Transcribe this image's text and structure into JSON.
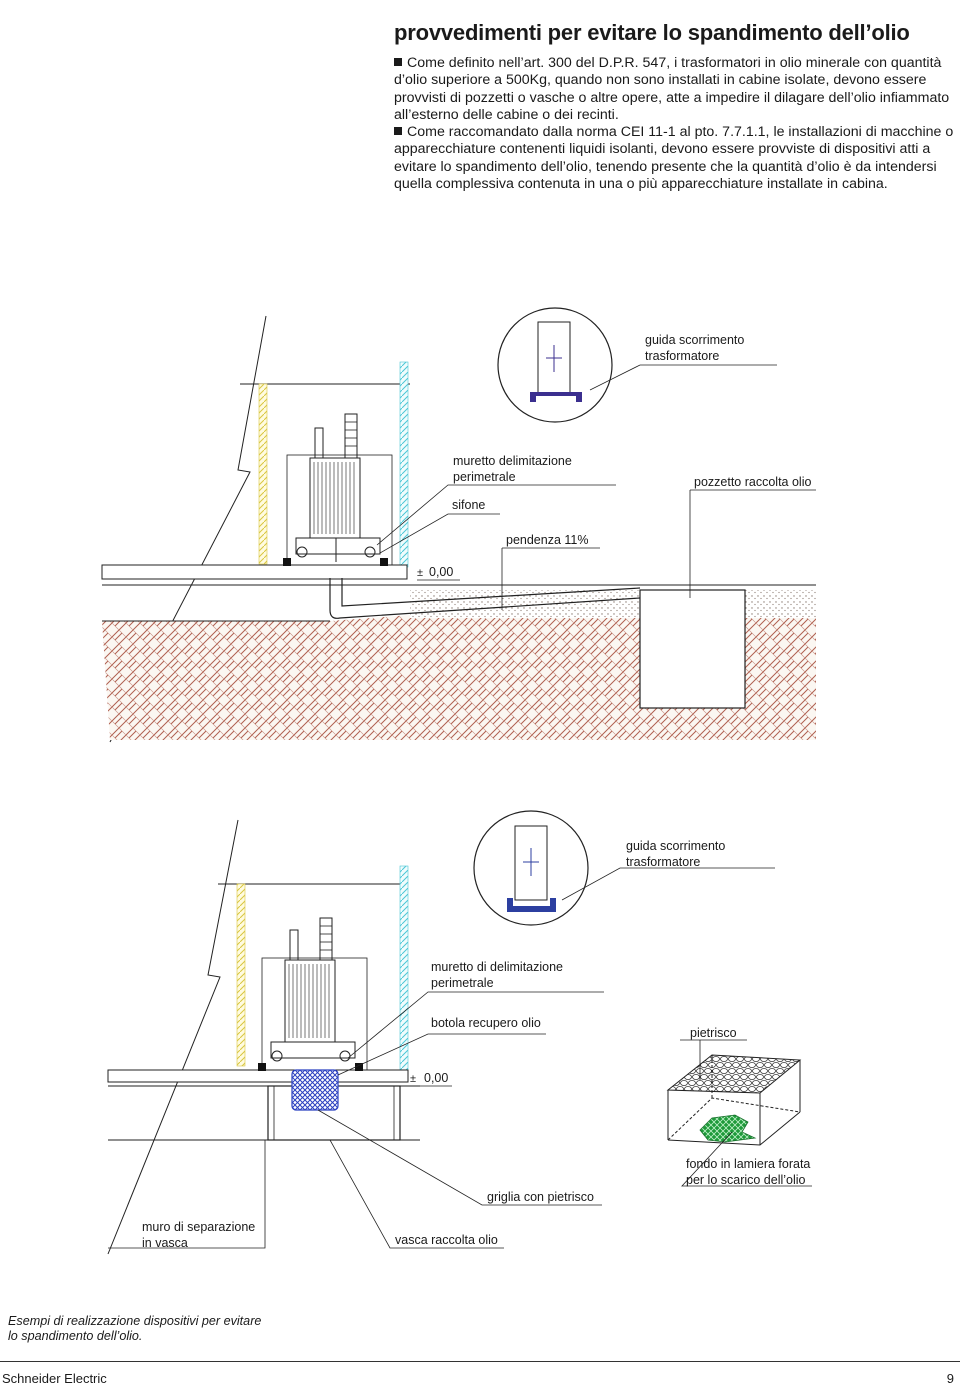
{
  "title": "provvedimenti per evitare lo spandimento dell’olio",
  "paragraphs": [
    "Come definito nell’art. 300 del D.P.R. 547, i trasformatori in olio minerale con quantità d’olio superiore a 500Kg, quando non sono installati in cabine isolate, devono essere provvisti di pozzetti o vasche o altre opere, atte a impedire il dilagare dell’olio infiammato all’esterno delle cabine o dei recinti.",
    "Come raccomandato dalla norma CEI 11-1 al pto. 7.7.1.1, le installazioni di macchine o apparecchiature contenenti liquidi isolanti, devono essere provviste di dispositivi atti a evitare lo spandimento dell’olio, tenendo presente che la quantità d’olio è da intendersi quella complessiva contenuta in una o più apparecchiature installate in cabina."
  ],
  "diagram1": {
    "guida_line1": "guida scorrimento",
    "guida_line2": "trasformatore",
    "muretto_line1": "muretto delimitazione",
    "muretto_line2": "perimetrale",
    "sifone": "sifone",
    "pozzetto": "pozzetto raccolta olio",
    "pendenza": "pendenza 11%",
    "level": "0,00",
    "level_symbol": "±"
  },
  "diagram2": {
    "guida_line1": "guida scorrimento",
    "guida_line2": "trasformatore",
    "muretto_line1": "muretto di delimitazione",
    "muretto_line2": "perimetrale",
    "botola": "botola recupero olio",
    "pietrisco": "pietrisco",
    "level": "0,00",
    "level_symbol": "±",
    "fondo_line1": "fondo in lamiera forata",
    "fondo_line2": "per lo scarico dell’olio",
    "griglia": "griglia con pietrisco",
    "muro_line1": "muro di separazione",
    "muro_line2": "in vasca",
    "vasca": "vasca raccolta olio"
  },
  "caption": {
    "line1": "Esempi di realizzazione dispositivi per evitare",
    "line2": "lo spandimento dell’olio."
  },
  "footer": {
    "brand": "Schneider Electric",
    "page_number": "9"
  },
  "colors": {
    "guide_rail": "#3b2f8f",
    "guide_rail_2": "#2c3fa0",
    "grille_blue": "#2a40c0",
    "green_plate": "#1e9a3a",
    "wall_yellow": "#e8d84a",
    "wall_cyan": "#5ad2e0"
  }
}
